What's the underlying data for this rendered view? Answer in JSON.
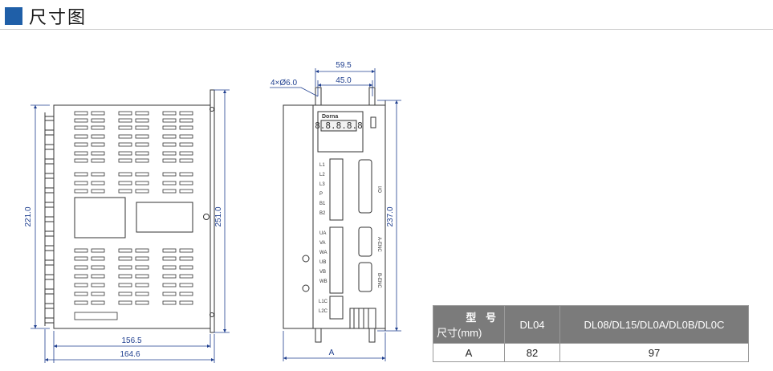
{
  "header": {
    "title": "尺寸图"
  },
  "dims": {
    "front_height_outer": "251.0",
    "front_height_inner": "221.0",
    "front_width_inner": "156.5",
    "front_width_outer": "164.6",
    "side_mount_outer": "59.5",
    "side_mount_inner": "45.0",
    "side_hole": "4×Ø6.0",
    "side_height": "237.0",
    "side_width_var": "A"
  },
  "device": {
    "brand": "Dorna",
    "terminals": [
      "L1",
      "L2",
      "L3",
      "P",
      "B1",
      "B2",
      "UA",
      "VA",
      "WA",
      "UB",
      "VB",
      "WB",
      "L1C",
      "L2C"
    ],
    "connector_labels": [
      "I/O",
      "A-ENC",
      "B-ENC"
    ]
  },
  "table": {
    "corner_top": "型 号",
    "corner_bottom": "尺寸(mm)",
    "headers": [
      "DL04",
      "DL08/DL15/DL0A/DL0B/DL0C"
    ],
    "row_label": "A",
    "values": [
      "82",
      "97"
    ]
  },
  "colors": {
    "accent": "#1f5fa8",
    "dim": "#1f3f8f",
    "table_header": "#7b7b7b"
  }
}
